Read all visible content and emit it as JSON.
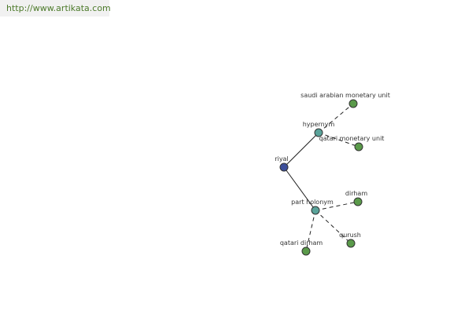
{
  "header": {
    "url": "http://www.artikata.com"
  },
  "colors": {
    "root": "#3d4f9a",
    "relation": "#5aa39a",
    "leaf": "#5a9a4a"
  },
  "graph": {
    "nodes": [
      {
        "id": "riyal",
        "label": "riyal",
        "kind": "root"
      },
      {
        "id": "hypernym",
        "label": "hypernym",
        "kind": "relation"
      },
      {
        "id": "part-holonym",
        "label": "part holonym",
        "kind": "relation"
      },
      {
        "id": "saudi-arabian-monetary-unit",
        "label": "saudi arabian monetary unit",
        "kind": "leaf"
      },
      {
        "id": "qatari-monetary-unit",
        "label": "qatari monetary unit",
        "kind": "leaf"
      },
      {
        "id": "dirham",
        "label": "dirham",
        "kind": "leaf"
      },
      {
        "id": "qurush",
        "label": "qurush",
        "kind": "leaf"
      },
      {
        "id": "qatari-dirham",
        "label": "qatari dirham",
        "kind": "leaf"
      }
    ],
    "edges": [
      {
        "from": "riyal",
        "to": "hypernym",
        "style": "solid"
      },
      {
        "from": "riyal",
        "to": "part-holonym",
        "style": "solid"
      },
      {
        "from": "hypernym",
        "to": "saudi-arabian-monetary-unit",
        "style": "dashed"
      },
      {
        "from": "hypernym",
        "to": "qatari-monetary-unit",
        "style": "dashed"
      },
      {
        "from": "part-holonym",
        "to": "dirham",
        "style": "dashed"
      },
      {
        "from": "part-holonym",
        "to": "qurush",
        "style": "dashed"
      },
      {
        "from": "part-holonym",
        "to": "qatari-dirham",
        "style": "dashed"
      }
    ]
  }
}
